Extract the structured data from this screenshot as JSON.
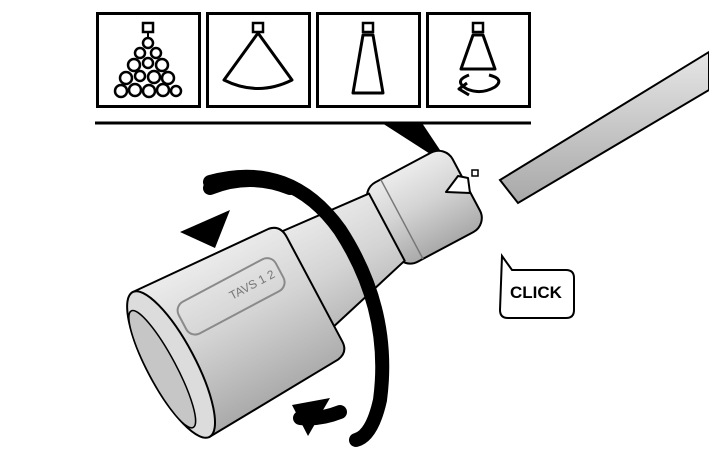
{
  "spray_modes": [
    {
      "name": "foam"
    },
    {
      "name": "fan"
    },
    {
      "name": "jet"
    },
    {
      "name": "rotating"
    }
  ],
  "callout": {
    "text": "CLICK"
  },
  "nozzle_grip_text": "TAVS 1 2",
  "colors": {
    "nozzle_body": "#d6d6d6",
    "hose": "#cfcfcf",
    "outline": "#000000"
  }
}
